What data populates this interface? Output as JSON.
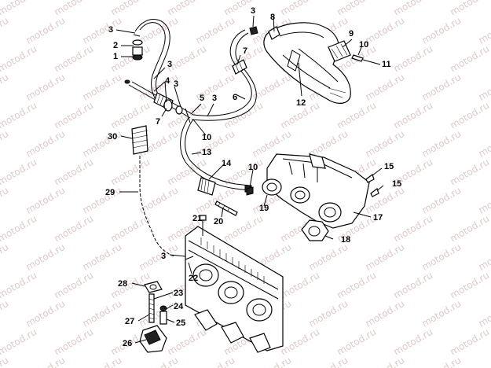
{
  "watermark_text": "motod.ru",
  "callouts": [
    {
      "id": "c-3a",
      "label": "3"
    },
    {
      "id": "c-2",
      "label": "2"
    },
    {
      "id": "c-1",
      "label": "1"
    },
    {
      "id": "c-3b",
      "label": "3"
    },
    {
      "id": "c-4",
      "label": "4"
    },
    {
      "id": "c-7a",
      "label": "7"
    },
    {
      "id": "c-3c",
      "label": "3"
    },
    {
      "id": "c-5",
      "label": "5"
    },
    {
      "id": "c-3d",
      "label": "3"
    },
    {
      "id": "c-6",
      "label": "6"
    },
    {
      "id": "c-10a",
      "label": "10"
    },
    {
      "id": "c-7b",
      "label": "7"
    },
    {
      "id": "c-3e",
      "label": "3"
    },
    {
      "id": "c-8",
      "label": "8"
    },
    {
      "id": "c-9",
      "label": "9"
    },
    {
      "id": "c-10b",
      "label": "10"
    },
    {
      "id": "c-11",
      "label": "11"
    },
    {
      "id": "c-12",
      "label": "12"
    },
    {
      "id": "c-30",
      "label": "30"
    },
    {
      "id": "c-13",
      "label": "13"
    },
    {
      "id": "c-14",
      "label": "14"
    },
    {
      "id": "c-10c",
      "label": "10"
    },
    {
      "id": "c-15a",
      "label": "15"
    },
    {
      "id": "c-15b",
      "label": "15"
    },
    {
      "id": "c-29",
      "label": "29"
    },
    {
      "id": "c-19",
      "label": "19"
    },
    {
      "id": "c-17",
      "label": "17"
    },
    {
      "id": "c-21",
      "label": "21"
    },
    {
      "id": "c-20",
      "label": "20"
    },
    {
      "id": "c-18",
      "label": "18"
    },
    {
      "id": "c-3f",
      "label": "3"
    },
    {
      "id": "c-22",
      "label": "22"
    },
    {
      "id": "c-28",
      "label": "28"
    },
    {
      "id": "c-23",
      "label": "23"
    },
    {
      "id": "c-24",
      "label": "24"
    },
    {
      "id": "c-27",
      "label": "27"
    },
    {
      "id": "c-25",
      "label": "25"
    },
    {
      "id": "c-26",
      "label": "26"
    }
  ]
}
